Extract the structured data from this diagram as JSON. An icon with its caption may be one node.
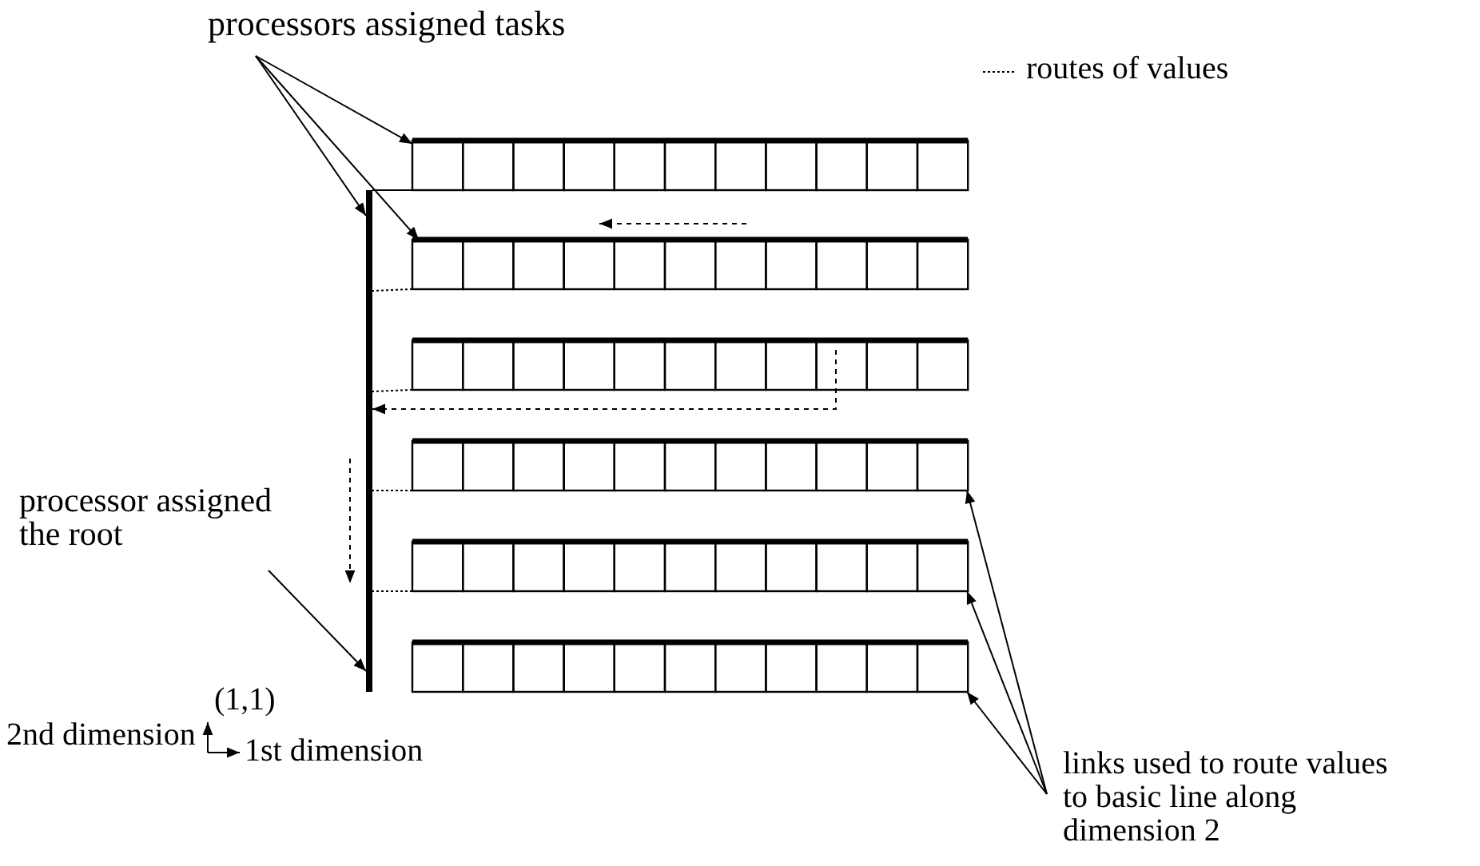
{
  "diagram": {
    "nodes": [
      {
        "text": [
          "processors assigned tasks"
        ]
      },
      {
        "text": [
          "processor assigned the root"
        ]
      },
      {
        "text": [
          "links used to route values to basic line along dimension 2"
        ]
      },
      {
        "text": [],
        "shape": "bar"
      },
      {
        "text": [],
        "shape": "bar"
      },
      {
        "text": [],
        "shape": "bar"
      },
      {
        "text": [],
        "shape": "bar"
      },
      {
        "text": [],
        "shape": "bar"
      },
      {
        "text": [],
        "shape": "bar"
      },
      {
        "text": [],
        "shape": "bar"
      }
    ],
    "edges": [
      {
        "from": 0,
        "to": 3,
        "arrow": "to"
      },
      {
        "from": 0,
        "to": 9,
        "arrow": "to"
      },
      {
        "from": 0,
        "to": 4,
        "arrow": "to"
      },
      {
        "from": 1,
        "to": 9,
        "arrow": "to"
      },
      {
        "from": 2,
        "to": 6,
        "arrow": "to"
      },
      {
        "from": 2,
        "to": 7,
        "arrow": "to"
      },
      {
        "from": 2,
        "to": 8,
        "arrow": "to"
      },
      {
        "from": 5,
        "to": 9,
        "arrow": "to",
        "style": "dashed"
      },
      {
        "from": 3,
        "to": 9,
        "arrow": "none"
      },
      {
        "from": 4,
        "to": 9,
        "arrow": "none",
        "style": "dashed"
      },
      {
        "from": 5,
        "to": 9,
        "arrow": "none",
        "style": "dashed"
      },
      {
        "from": 6,
        "to": 9,
        "arrow": "none",
        "style": "dashed"
      },
      {
        "from": 7,
        "to": 9,
        "arrow": "none",
        "style": "dashed"
      }
    ],
    "labels": [
      "(1,1)",
      "2nd dimension",
      "1st dimension"
    ],
    "legend": [
      {
        "text": "routes of values"
      }
    ]
  }
}
